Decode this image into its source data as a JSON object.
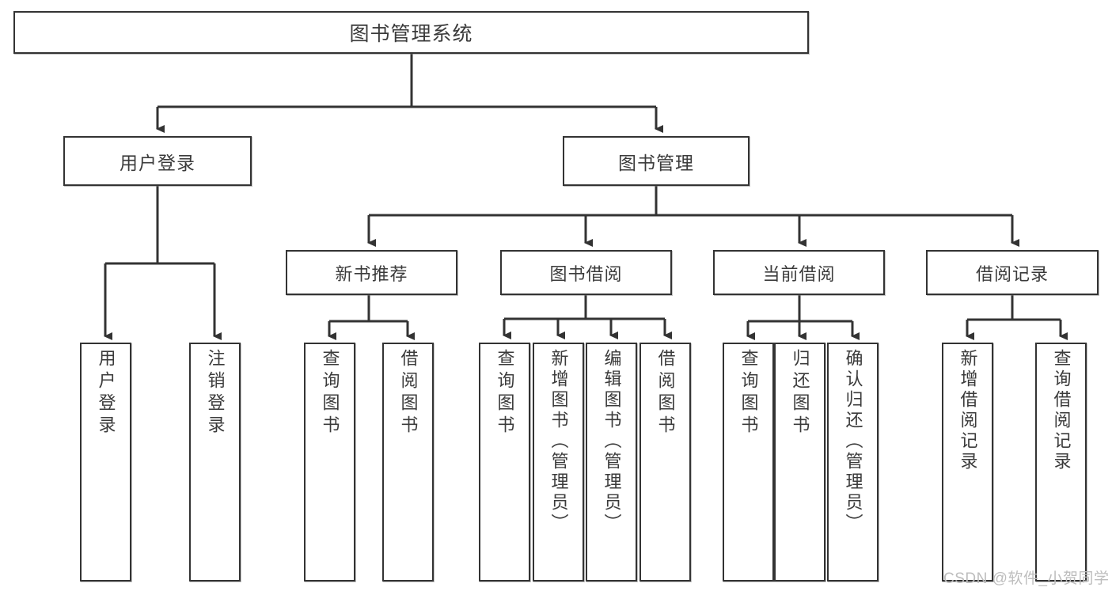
{
  "diagram": {
    "type": "tree-hierarchy",
    "title": "图书管理系统",
    "background_color": "#ffffff",
    "stroke_color": "#333333",
    "text_color": "#3b3b3b",
    "root": {
      "label": "图书管理系统"
    },
    "level2": [
      {
        "label": "用户登录"
      },
      {
        "label": "图书管理"
      }
    ],
    "level3": [
      {
        "label": "新书推荐"
      },
      {
        "label": "图书借阅"
      },
      {
        "label": "当前借阅"
      },
      {
        "label": "借阅记录"
      }
    ],
    "leaves": {
      "user_login": [
        {
          "label": "用户登录"
        },
        {
          "label": "注销登录"
        }
      ],
      "new_book_recommend": [
        {
          "label": "查询图书"
        },
        {
          "label": "借阅图书"
        }
      ],
      "book_borrow": [
        {
          "label": "查询图书"
        },
        {
          "label": "新增图书（管理员）"
        },
        {
          "label": "编辑图书（管理员）"
        },
        {
          "label": "借阅图书"
        }
      ],
      "current_borrow": [
        {
          "label": "查询图书"
        },
        {
          "label": "归还图书"
        },
        {
          "label": "确认归还（管理员）"
        }
      ],
      "borrow_record": [
        {
          "label": "新增借阅记录"
        },
        {
          "label": "查询借阅记录"
        }
      ]
    }
  },
  "watermark": {
    "text": "CSDN @软件_小贺同学"
  }
}
